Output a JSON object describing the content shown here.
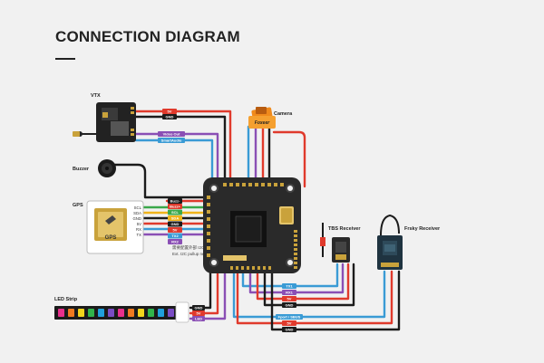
{
  "title": "CONNECTION DIAGRAM",
  "devices": {
    "vtx": "VTX",
    "camera": "Camera",
    "buzzer": "Buzzer",
    "gps": "GPS",
    "gps_chip": "GPS",
    "led_strip": "LED Strip",
    "tbs": "TBS Receiver",
    "frsky": "Frsky Receiver",
    "camera_brand": "Foxeer"
  },
  "wires": {
    "vtx_5v": "5V",
    "vtx_gnd": "GND",
    "video_out": "Video Out",
    "smartaudio": "SmartAudio",
    "buzzer_neg": "Buzz-",
    "buzzer_pos": "Buzz+",
    "gps_scl": "SCL",
    "gps_sda": "SDA",
    "gps_gnd": "GND",
    "gps_5v": "5V",
    "gps_tx": "TX2",
    "gps_rx": "RX2",
    "led_gnd": "GND",
    "led_5v": "5V",
    "led_led": "LED",
    "tbs_tx": "TX1",
    "tbs_rx": "RX1",
    "tbs_5v": "5V",
    "tbs_gnd": "GND",
    "frsky_sbus": "Fport / SBUS",
    "frsky_5v": "5V",
    "frsky_gnd": "GND"
  },
  "gps_pins": [
    "SCL",
    "SDA",
    "GND",
    "5V",
    "RX",
    "TX"
  ],
  "gps_note": [
    "需要配置外部 I2C 上拉",
    "Ext. I2C pullup needed"
  ],
  "led_colors": [
    "#e8308c",
    "#f07a20",
    "#f2d51c",
    "#31b44b",
    "#1fa0dc",
    "#7a4cc4",
    "#e8308c",
    "#f07a20",
    "#f2d51c",
    "#31b44b",
    "#1fa0dc",
    "#7a4cc4"
  ],
  "colors": {
    "red": "#e03a2c",
    "black": "#1b1b1b",
    "blue": "#3a9bd5",
    "purple": "#8a4fb5",
    "yellow": "#f0b31a",
    "green": "#3aa84a",
    "orange": "#f08a1c",
    "board": "#2a2a2a"
  }
}
